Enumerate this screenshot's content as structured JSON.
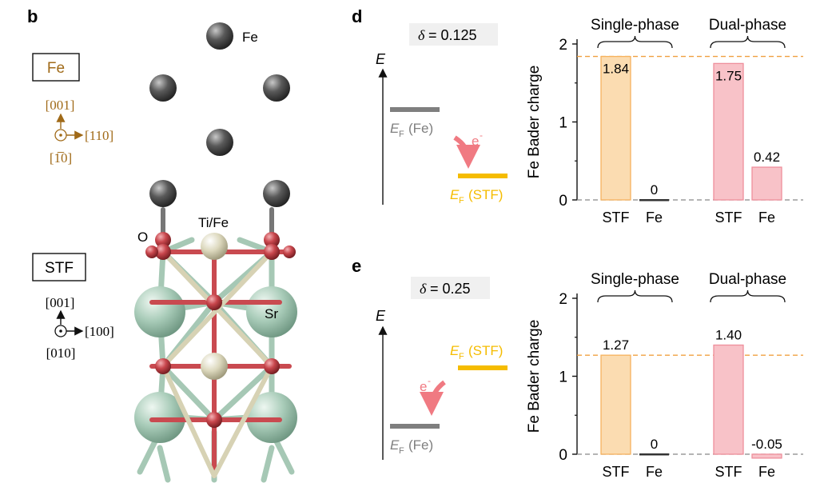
{
  "panel_b": {
    "label": "b",
    "fe_atom_label": "Fe",
    "fe_box_label": "Fe",
    "fe_axes": {
      "up": "[001]",
      "right": "[110]",
      "out": "[1̅0]"
    },
    "ti_fe_label": "Ti/Fe",
    "o_label": "O",
    "sr_label": "Sr",
    "stf_box_label": "STF",
    "stf_axes": {
      "up": "[001]",
      "right": "[100]",
      "out": "[010]"
    },
    "colors": {
      "fe_orientation": "#a06a18",
      "fe_atom": "#4a4a4a",
      "o_atom": "#c0444a",
      "sr_atom": "#a8cbb8",
      "ti_atom": "#d8d4b6",
      "bond": "#9cc4ae"
    }
  },
  "panel_d": {
    "label": "d",
    "delta": "= 0.125",
    "energy_axis": "E",
    "level_fe": "(Fe)",
    "level_stf": "(STF)",
    "fermi_symbol": "E",
    "fermi_sub": "F",
    "electron": "e",
    "electron_sup": "-"
  },
  "panel_e": {
    "label": "e",
    "delta": "= 0.25",
    "energy_axis": "E",
    "level_fe": "(Fe)",
    "level_stf": "(STF)",
    "fermi_symbol": "E",
    "fermi_sub": "F",
    "electron": "e",
    "electron_sup": "-"
  },
  "colors": {
    "stf_bar": "#fbdcb1",
    "stf_edge": "#f6b25e",
    "dual_bar": "#f8c2c8",
    "dual_edge": "#ee8f9c",
    "fe_level": "#7f7f7f",
    "stf_level": "#f5bc00",
    "arrow": "#f07a82",
    "ref_line": "#f0a040"
  },
  "chart_data": [
    {
      "type": "bar",
      "ylabel": "Fe Bader charge",
      "ylim": [
        0,
        2
      ],
      "yticks": [
        "0",
        "1",
        "2"
      ],
      "groups": [
        "Single-phase",
        "Dual-phase"
      ],
      "categories": [
        "STF",
        "Fe",
        "STF",
        "Fe"
      ],
      "values": [
        1.84,
        0,
        1.75,
        0.42
      ],
      "value_labels": [
        "1.84",
        "0",
        "1.75",
        "0.42"
      ],
      "reference_line": 1.84
    },
    {
      "type": "bar",
      "ylabel": "Fe Bader charge",
      "ylim": [
        0,
        2
      ],
      "yticks": [
        "0",
        "1",
        "2"
      ],
      "groups": [
        "Single-phase",
        "Dual-phase"
      ],
      "categories": [
        "STF",
        "Fe",
        "STF",
        "Fe"
      ],
      "values": [
        1.27,
        0,
        1.4,
        -0.05
      ],
      "value_labels": [
        "1.27",
        "0",
        "1.40",
        "-0.05"
      ],
      "reference_line": 1.27
    }
  ]
}
